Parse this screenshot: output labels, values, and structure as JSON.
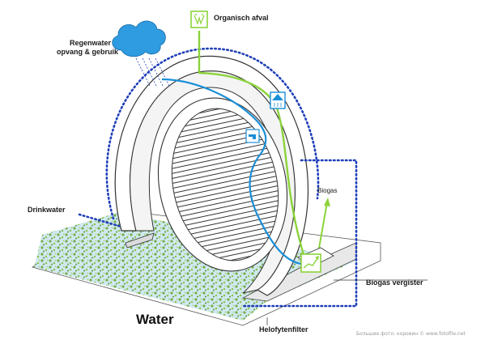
{
  "labels": {
    "organisch_afval": "Organisch afval",
    "regenwater_line1": "Regenwater",
    "regenwater_line2": "opvang & gebruik",
    "drinkwater": "Drinkwater",
    "biogas": "Biogas",
    "biogas_vergister": "Biogas vergister",
    "helofytenfilter": "Helofytenfilter",
    "water": "Water"
  },
  "watermark": "Большие фото: коровин © www.fotofile.net",
  "colors": {
    "blue_flow": "#1a8fd8",
    "dotted_blue": "#1e3fb8",
    "green_flow": "#8bd33a",
    "cloud": "#2f9be0",
    "filter_green": "#6ba83a",
    "filter_water": "#c9e6f2",
    "ring_outline": "#333333"
  },
  "icons": {
    "organic": "organic-waste-icon",
    "drop": "water-drop-icon",
    "tap": "tap-icon",
    "biogas_chart": "biogas-chart-icon"
  }
}
